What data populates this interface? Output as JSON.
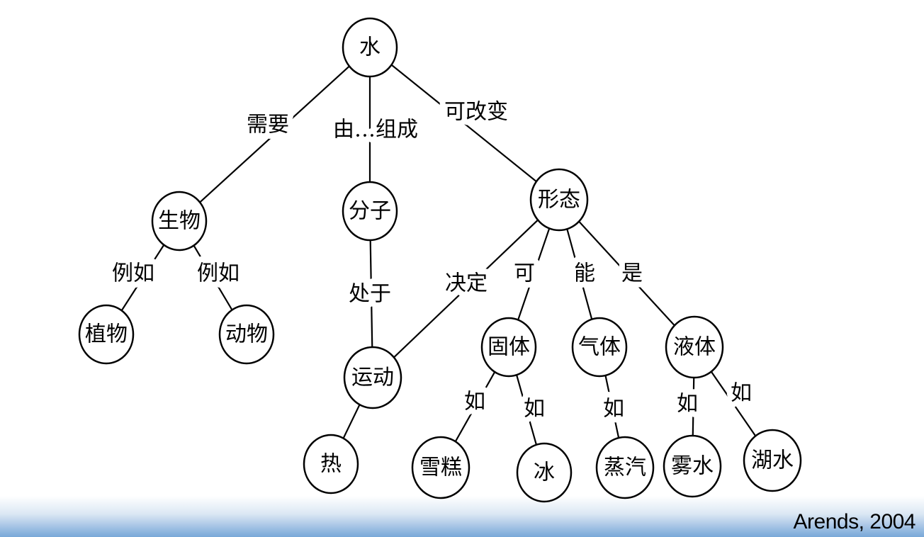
{
  "nodes": [
    {
      "id": "water",
      "label": "水"
    },
    {
      "id": "organism",
      "label": "生物"
    },
    {
      "id": "molecule",
      "label": "分子"
    },
    {
      "id": "form",
      "label": "形态"
    },
    {
      "id": "plant",
      "label": "植物"
    },
    {
      "id": "animal",
      "label": "动物"
    },
    {
      "id": "motion",
      "label": "运动"
    },
    {
      "id": "heat",
      "label": "热"
    },
    {
      "id": "solid",
      "label": "固体"
    },
    {
      "id": "gas",
      "label": "气体"
    },
    {
      "id": "liquid",
      "label": "液体"
    },
    {
      "id": "icecream",
      "label": "雪糕"
    },
    {
      "id": "ice",
      "label": "冰"
    },
    {
      "id": "steam",
      "label": "蒸汽"
    },
    {
      "id": "fog",
      "label": "雾水"
    },
    {
      "id": "lake",
      "label": "湖水"
    }
  ],
  "edges": [
    {
      "from": "water",
      "to": "organism",
      "label": "需要"
    },
    {
      "from": "water",
      "to": "molecule",
      "label": "由…组成"
    },
    {
      "from": "water",
      "to": "form",
      "label": "可改变"
    },
    {
      "from": "organism",
      "to": "plant",
      "label": "例如"
    },
    {
      "from": "organism",
      "to": "animal",
      "label": "例如"
    },
    {
      "from": "molecule",
      "to": "motion",
      "label": "处于"
    },
    {
      "from": "form",
      "to": "motion",
      "label": "决定"
    },
    {
      "from": "form",
      "to": "solid",
      "label": "可"
    },
    {
      "from": "form",
      "to": "gas",
      "label": "能"
    },
    {
      "from": "form",
      "to": "liquid",
      "label": "是"
    },
    {
      "from": "motion",
      "to": "heat",
      "label": ""
    },
    {
      "from": "solid",
      "to": "icecream",
      "label": "如"
    },
    {
      "from": "solid",
      "to": "ice",
      "label": "如"
    },
    {
      "from": "gas",
      "to": "steam",
      "label": "如"
    },
    {
      "from": "liquid",
      "to": "fog",
      "label": "如"
    },
    {
      "from": "liquid",
      "to": "lake",
      "label": "如"
    }
  ],
  "citation": "Arends, 2004"
}
